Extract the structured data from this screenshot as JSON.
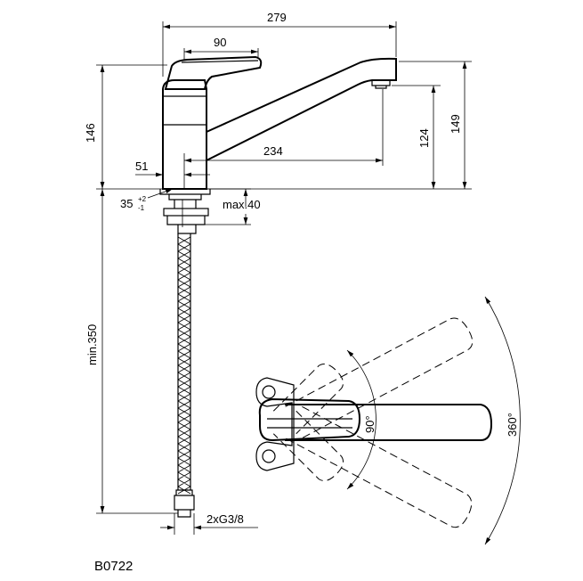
{
  "dimensions": {
    "overall_reach": "279",
    "handle_length": "90",
    "spout_offset": "234",
    "body_offset": "51",
    "overall_height": "146",
    "outlet_height": "124",
    "total_height": "149",
    "hole_diameter": "35",
    "hole_tol_plus": "+2",
    "hole_tol_minus": "-1",
    "deck_thickness": "max.40",
    "hose_length": "min.350",
    "connection": "2xG3/8",
    "handle_rotation": "90°",
    "spout_rotation": "360°"
  },
  "product_code": "B0722"
}
